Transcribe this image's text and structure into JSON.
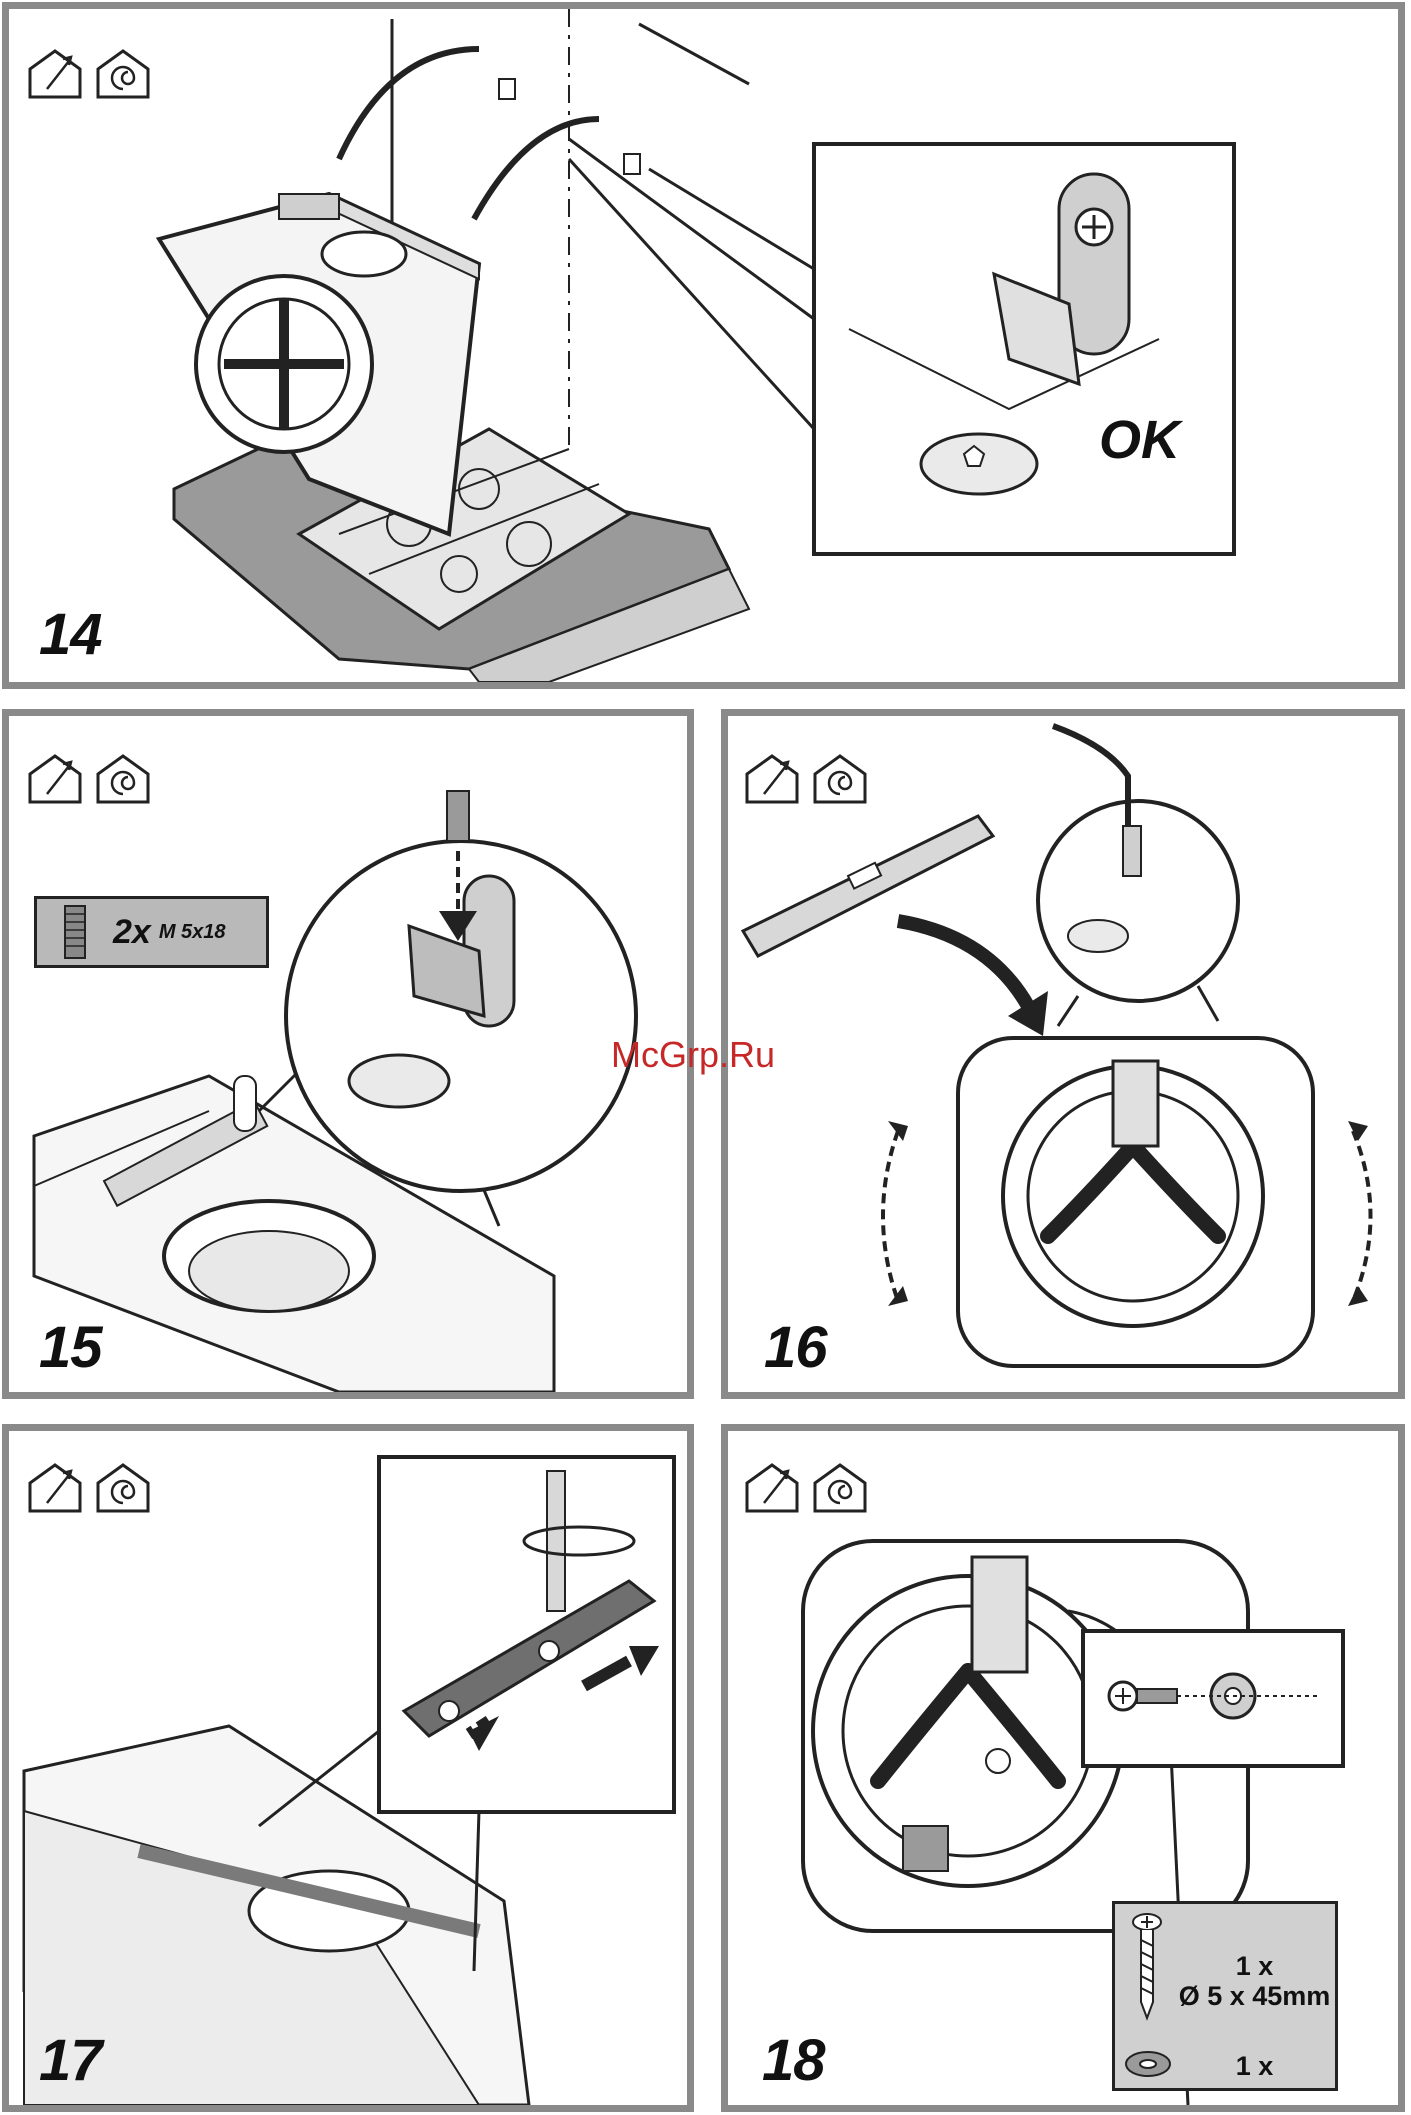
{
  "watermark": "McGrp.Ru",
  "icons": {
    "outdoor_venting": "house-exhaust-outdoor-icon",
    "recirculation": "house-recirculation-icon"
  },
  "panels": [
    {
      "step": "14",
      "callout": "OK"
    },
    {
      "step": "15",
      "quantity": "2x",
      "spec": "M 5x18"
    },
    {
      "step": "16"
    },
    {
      "step": "17"
    },
    {
      "step": "18",
      "screw_qty": "1 x",
      "screw_spec": "Ø 5 x 45mm",
      "washer_qty": "1 x"
    }
  ]
}
